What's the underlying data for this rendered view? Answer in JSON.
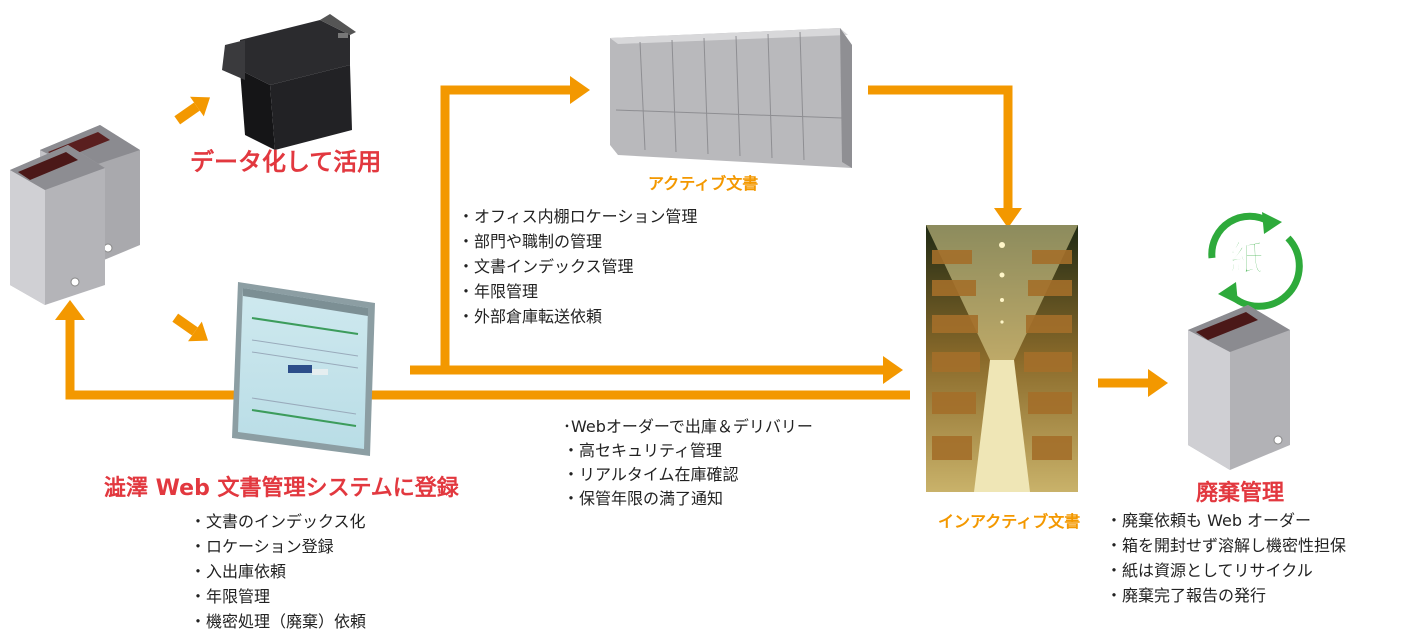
{
  "datalize": {
    "title": "データ化して活用"
  },
  "registration": {
    "title": "澁澤 Web 文書管理システムに登録",
    "items": [
      "・文書のインデックス化",
      "・ロケーション登録",
      "・入出庫依頼",
      "・年限管理",
      "・機密処理（廃棄）依頼"
    ]
  },
  "active": {
    "title": "アクティブ文書",
    "items": [
      "・オフィス内棚ロケーション管理",
      "・部門や職制の管理",
      "・文書インデックス管理",
      "・年限管理",
      "・外部倉庫転送依頼"
    ]
  },
  "delivery": {
    "items": [
      "･Webオーダーで出庫＆デリバリー",
      "・高セキュリティ管理",
      "・リアルタイム在庫確認",
      "・保管年限の満了通知"
    ]
  },
  "inactive": {
    "title": "インアクティブ文書"
  },
  "disposal": {
    "title": "廃棄管理",
    "recycle_mark": "紙",
    "items": [
      "・廃棄依頼も Web オーダー",
      "・箱を開封せず溶解し機密性担保",
      "・紙は資源としてリサイクル",
      "・廃棄完了報告の発行"
    ]
  },
  "colors": {
    "arrow": "#f39800",
    "red_title": "#e2383f",
    "orange_title": "#f39800",
    "recycle": "#2eaa3b"
  }
}
